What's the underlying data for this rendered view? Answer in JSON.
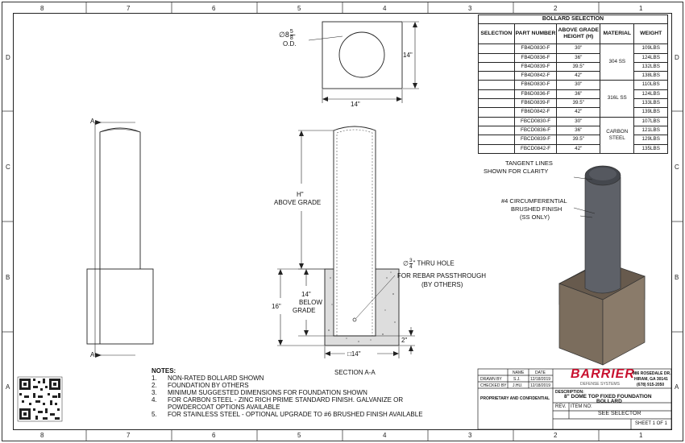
{
  "zones": {
    "columns": [
      "8",
      "7",
      "6",
      "5",
      "4",
      "3",
      "2",
      "1"
    ],
    "rows": [
      "D",
      "C",
      "B",
      "A"
    ]
  },
  "table": {
    "title": "BOLLARD SELECTION",
    "headers": {
      "selection": "SELECTION",
      "part": "PART NUMBER",
      "height": "ABOVE GRADE HEIGHT (H)",
      "material": "MATERIAL",
      "weight": "WEIGHT"
    },
    "rows": [
      {
        "part": "FB4D0830-F",
        "height": "30\"",
        "weight": "109LBS"
      },
      {
        "part": "FB4D0836-F",
        "height": "36\"",
        "weight": "124LBS"
      },
      {
        "part": "FB4D0839-F",
        "height": "39.5\"",
        "weight": "132LBS"
      },
      {
        "part": "FB4D0842-F",
        "height": "42\"",
        "weight": "138LBS"
      },
      {
        "part": "FB6D0830-F",
        "height": "30\"",
        "weight": "110LBS"
      },
      {
        "part": "FB6D0836-F",
        "height": "36\"",
        "weight": "124LBS"
      },
      {
        "part": "FB6D0839-F",
        "height": "39.5\"",
        "weight": "133LBS"
      },
      {
        "part": "FB6D0842-F",
        "height": "42\"",
        "weight": "139LBS"
      },
      {
        "part": "FBCD0830-F",
        "height": "30\"",
        "weight": "107LBS"
      },
      {
        "part": "FBCD0836-F",
        "height": "36\"",
        "weight": "121LBS"
      },
      {
        "part": "FBCD0839-F",
        "height": "39.5\"",
        "weight": "129LBS"
      },
      {
        "part": "FBCD0842-F",
        "height": "42\"",
        "weight": "135LBS"
      }
    ],
    "materials": [
      "304 SS",
      "316L SS",
      "CARBON STEEL"
    ]
  },
  "top_view": {
    "diameter": "∅8",
    "frac_num": "5",
    "frac_den": "8",
    "od": "O.D.",
    "width": "14\"",
    "height": "14\""
  },
  "section": {
    "h_label": "H\"",
    "above": "ABOVE GRADE",
    "below_depth": "14\"",
    "below": "BELOW",
    "grade": "GRADE",
    "depth": "16\"",
    "thru_prefix": "∅",
    "thru_num": "3",
    "thru_den": "4",
    "thru": "\" THRU HOLE",
    "rebar1": "FOR REBAR PASSTHROUGH",
    "rebar2": "(BY OTHERS)",
    "two": "2\"",
    "base": "□14\"",
    "title": "SECTION A-A"
  },
  "side_view": {
    "a_top": "A",
    "a_bottom": "A"
  },
  "iso": {
    "tangent1": "TANGENT LINES",
    "tangent2": "SHOWN FOR CLARITY",
    "finish1": "#4 CIRCUMFERENTIAL",
    "finish2": "BRUSHED FINISH",
    "finish3": "(SS ONLY)"
  },
  "notes": {
    "heading": "NOTES:",
    "items": [
      {
        "n": "1.",
        "t": "NON-RATED BOLLARD SHOWN"
      },
      {
        "n": "2.",
        "t": "FOUNDATION BY OTHERS"
      },
      {
        "n": "3.",
        "t": "MINIMUM SUGGESTED DIMENSIONS FOR FOUNDATION SHOWN"
      },
      {
        "n": "4.",
        "t": "FOR CARBON STEEL - ZINC RICH PRIME STANDARD FINISH. GALVANIZE OR"
      },
      {
        "n": "",
        "t": "POWDERCOAT OPTIONS AVAILABLE"
      },
      {
        "n": "5.",
        "t": "FOR STAINLESS STEEL - OPTIONAL UPGRADE TO #6 BRUSHED FINISH AVAILABLE"
      }
    ]
  },
  "title_block": {
    "name": "NAME",
    "date": "DATE",
    "drawn": "DRAWN BY",
    "drawn_name": "S.J.",
    "drawn_date": "12/18/2019",
    "checked": "CHECKED BY",
    "checked_name": "J.HU.",
    "checked_date": "12/18/2019",
    "logo": "BARRIER",
    "logo_sub": "DEFENSE SYSTEMS",
    "address1": "986 ROSEDALE DR.",
    "address2": "HIRAM, GA 30141",
    "phone": "(678) 915-2050",
    "description_label": "DESCRIPTION:",
    "description1": "8\" DOME TOP FIXED FOUNDATION",
    "description2": "BOLLARD",
    "rev": "REV.",
    "item": "ITEM NO:",
    "item_value": "SEE SELECTOR",
    "sheet": "SHEET 1 OF 1",
    "proprietary": "PROPRIETARY AND CONFIDENTIAL"
  }
}
